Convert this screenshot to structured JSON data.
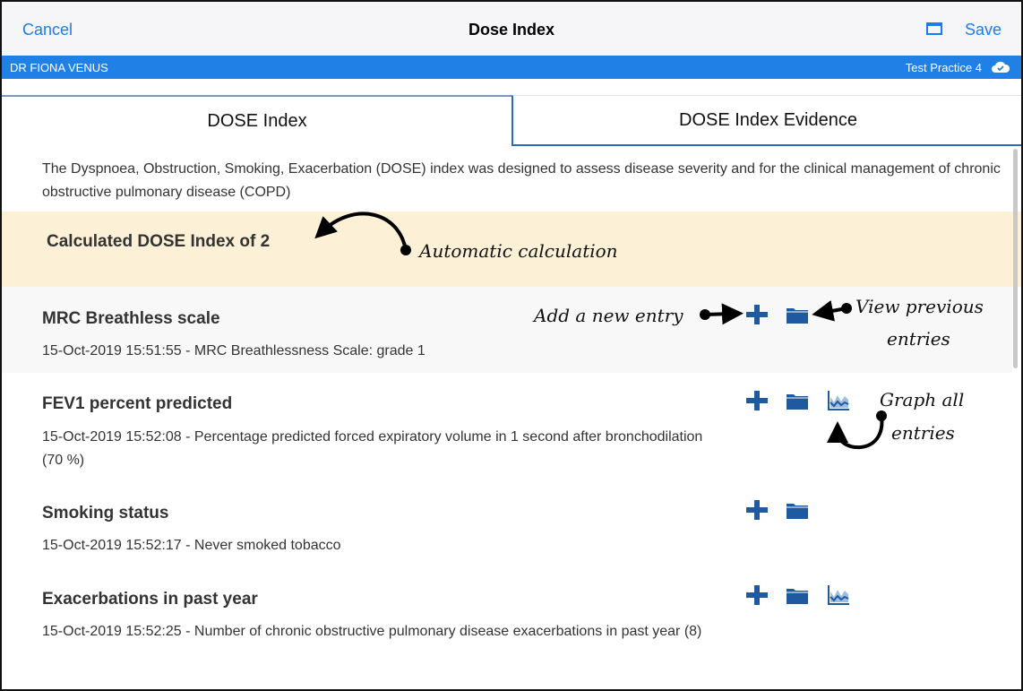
{
  "header": {
    "cancel": "Cancel",
    "title": "Dose Index",
    "save": "Save"
  },
  "bar": {
    "user": "DR FIONA VENUS",
    "practice": "Test Practice 4"
  },
  "tabs": [
    "DOSE Index",
    "DOSE Index Evidence"
  ],
  "description": "The Dyspnoea, Obstruction, Smoking, Exacerbation (DOSE) index was designed to assess disease severity and for the clinical management of chronic obstructive pulmonary disease (COPD)",
  "calculated": "Calculated DOSE Index of 2",
  "sections": [
    {
      "title": "MRC Breathless scale",
      "value": "15-Oct-2019 15:51:55 - MRC Breathlessness Scale: grade 1"
    },
    {
      "title": "FEV1 percent predicted",
      "value": "15-Oct-2019 15:52:08 - Percentage predicted forced expiratory volume in 1 second after bronchodilation (70 %)"
    },
    {
      "title": "Smoking status",
      "value": "15-Oct-2019 15:52:17 - Never smoked tobacco"
    },
    {
      "title": "Exacerbations in past year",
      "value": "15-Oct-2019 15:52:25 - Number of chronic obstructive pulmonary disease exacerbations in past year (8)"
    }
  ],
  "annotations": {
    "auto": "Automatic calculation",
    "add": "Add a new entry",
    "view1": "View previous",
    "view2": "entries",
    "graph1": "Graph all",
    "graph2": "entries"
  },
  "colors": {
    "accent": "#1b7cf0",
    "bar": "#2180e6",
    "icon": "#1f5aa0",
    "highlight": "#fcf0d6"
  }
}
